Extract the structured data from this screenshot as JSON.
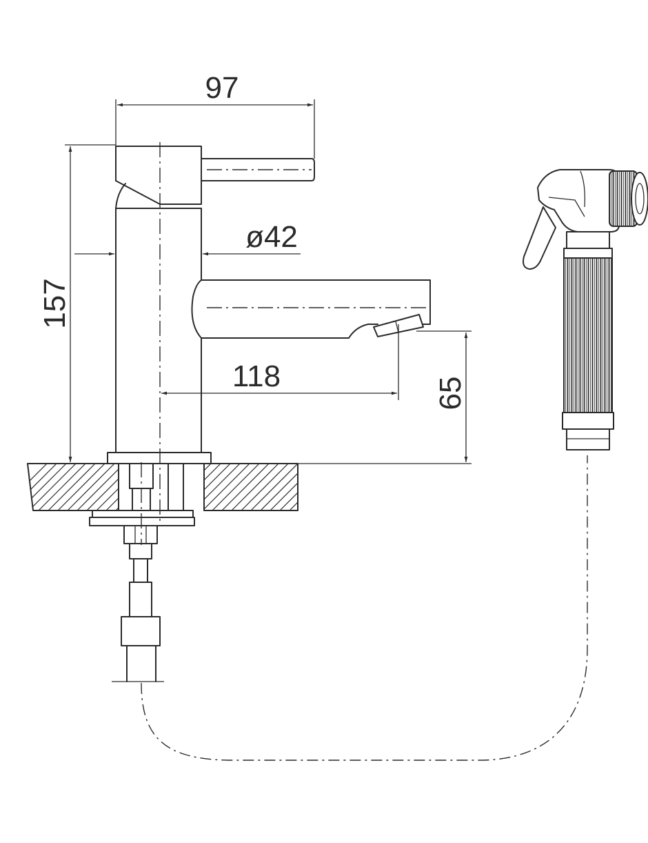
{
  "dimensions": {
    "lever_width": "97",
    "height": "157",
    "diameter": "ø42",
    "spout_reach": "118",
    "spout_height": "65"
  },
  "colors": {
    "line": "#2a2a2a",
    "background": "#ffffff"
  }
}
